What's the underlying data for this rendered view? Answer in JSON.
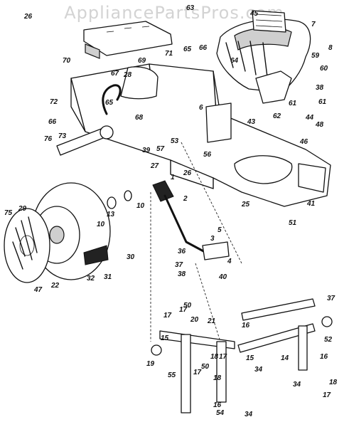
{
  "watermark": "AppliancePartsPros.com",
  "callouts": [
    "1",
    "2",
    "3",
    "4",
    "5",
    "6",
    "7",
    "8",
    "10",
    "10",
    "13",
    "14",
    "15",
    "15",
    "16",
    "16",
    "16",
    "17",
    "17",
    "17",
    "17",
    "17",
    "18",
    "18",
    "18",
    "19",
    "20",
    "21",
    "22",
    "25",
    "26",
    "26",
    "27",
    "28",
    "29",
    "30",
    "31",
    "32",
    "34",
    "34",
    "34",
    "36",
    "37",
    "37",
    "38",
    "38",
    "39",
    "40",
    "41",
    "43",
    "44",
    "45",
    "46",
    "47",
    "48",
    "50",
    "50",
    "51",
    "52",
    "53",
    "54",
    "55",
    "56",
    "57",
    "59",
    "60",
    "61",
    "61",
    "62",
    "63",
    "64",
    "65",
    "65",
    "66",
    "66",
    "67",
    "68",
    "69",
    "70",
    "71",
    "72",
    "73",
    "75",
    "76"
  ]
}
